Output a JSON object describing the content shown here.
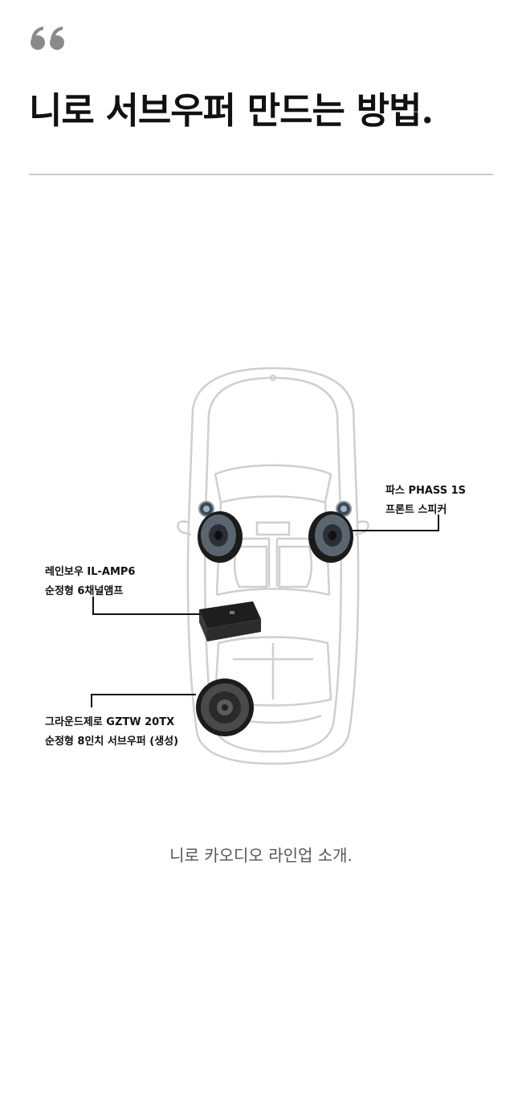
{
  "article": {
    "quote_icon": "quote-open-icon",
    "title": "니로 서브우퍼 만드는 방법."
  },
  "figure": {
    "callouts": {
      "front_speaker": {
        "line1": "파스 PHASS 1S",
        "line2": "프론트 스피커"
      },
      "amplifier": {
        "line1": "레인보우 IL-AMP6",
        "line2": "순정형 6채널앰프"
      },
      "subwoofer": {
        "line1": "그라운드제로 GZTW 20TX",
        "line2": "순정형 8인치 서브우퍼 (생성)"
      }
    }
  },
  "caption": "니로 카오디오 라인업 소개.",
  "colors": {
    "quote": "#8a8a8a",
    "divider": "#c9c9c9",
    "car_outline": "#cfcfcf",
    "text": "#111111",
    "caption": "#555555"
  }
}
